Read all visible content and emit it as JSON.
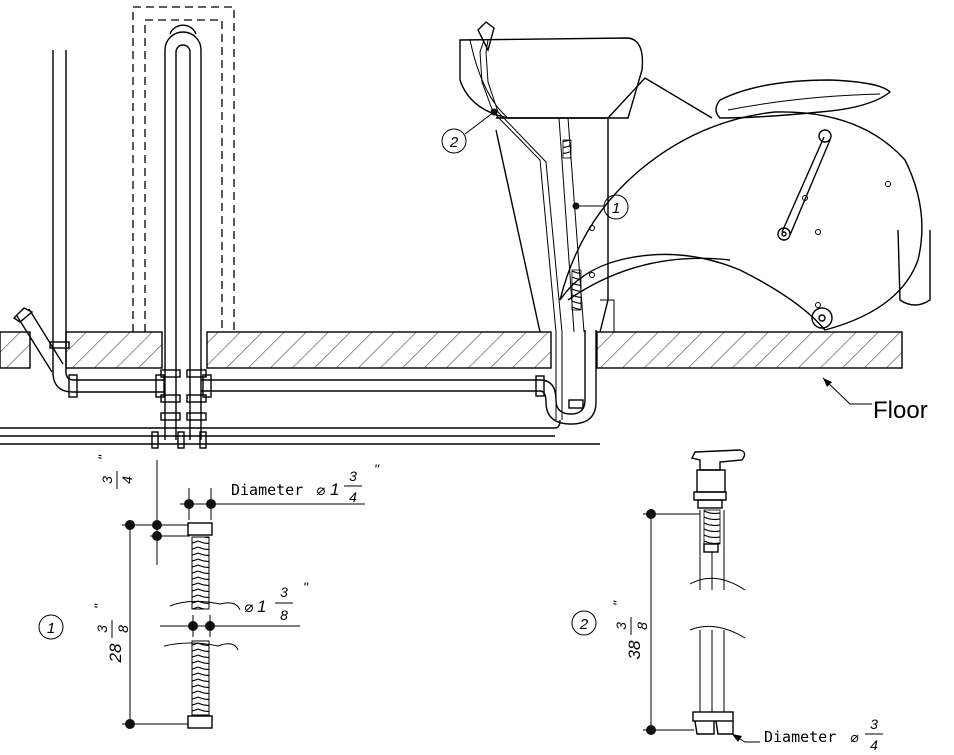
{
  "labels": {
    "floor": "Floor",
    "callout_1": "1",
    "callout_2": "2",
    "diameter_word_top": "Diameter",
    "diameter_word_bottom": "Diameter",
    "diam_symbol": "⌀",
    "inch_mark": "\"",
    "d1": {
      "whole": "1",
      "num": "3",
      "den": "4"
    },
    "d2": {
      "whole": "1",
      "num": "3",
      "den": "8"
    },
    "d3": {
      "whole": "",
      "num": "3",
      "den": "4"
    },
    "len1": {
      "whole": "28",
      "num": "3",
      "den": "8"
    },
    "len2": {
      "whole": "38",
      "num": "3",
      "den": "8"
    },
    "cap": {
      "whole": "",
      "num": "3",
      "den": "4"
    }
  }
}
